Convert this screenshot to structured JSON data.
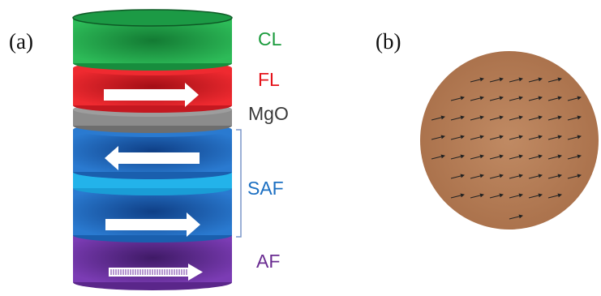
{
  "panel_a": {
    "label": "(a)",
    "layers": [
      {
        "name": "CL",
        "label_color": "#1a9b3c",
        "fill": "#1fa64a",
        "dark": "#137a33"
      },
      {
        "name": "FL",
        "label_color": "#e5141b",
        "fill": "#e31b23",
        "dark": "#a30f16",
        "arrow": "right"
      },
      {
        "name": "MgO",
        "label_color": "#3a3a3a",
        "fill": "#8c8c8c",
        "dark": "#5a5a5a"
      },
      {
        "name": "SAF",
        "label_color": "#1b6fc2",
        "fill": "#1f6fc6",
        "dark": "#0f3f86",
        "arrows": [
          "left",
          "right"
        ],
        "spacer_fill": "#23b3ea"
      },
      {
        "name": "AF",
        "label_color": "#6a2c91",
        "fill": "#6b2fa0",
        "dark": "#3f1a66",
        "arrow": "right-hatched"
      }
    ]
  },
  "panel_b": {
    "label": "(b)",
    "disk_color": "#b9805a",
    "arrow_direction": "up-right"
  }
}
